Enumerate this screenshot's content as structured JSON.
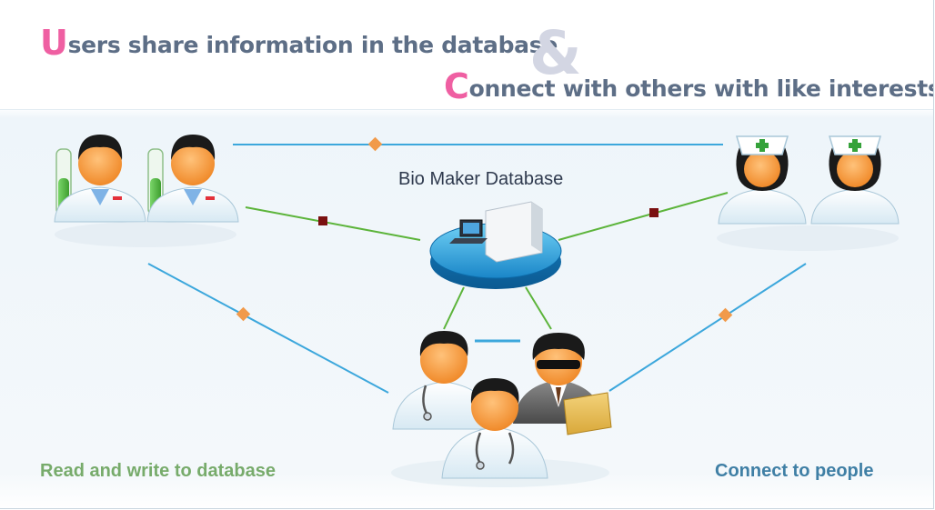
{
  "header": {
    "line1_initial": "U",
    "line1_rest": "sers share information in the database",
    "ampersand": "&",
    "line2_initial": "C",
    "line2_rest": "onnect with others with like interests"
  },
  "center": {
    "label": "Bio Maker Database"
  },
  "footer": {
    "left_caption": "Read and write to database",
    "right_caption": "Connect to people"
  },
  "colors": {
    "accent_pink": "#ef5fa2",
    "headline": "#5d6e86",
    "db_link": "#5cb43a",
    "people_link": "#3ca7dc",
    "db_marker": "#7a1010",
    "people_marker": "#f19a4a"
  },
  "icons": {
    "scientists": "scientist-pair-icon",
    "nurses": "nurse-pair-icon",
    "database": "database-server-icon",
    "group": "doctor-group-icon"
  }
}
